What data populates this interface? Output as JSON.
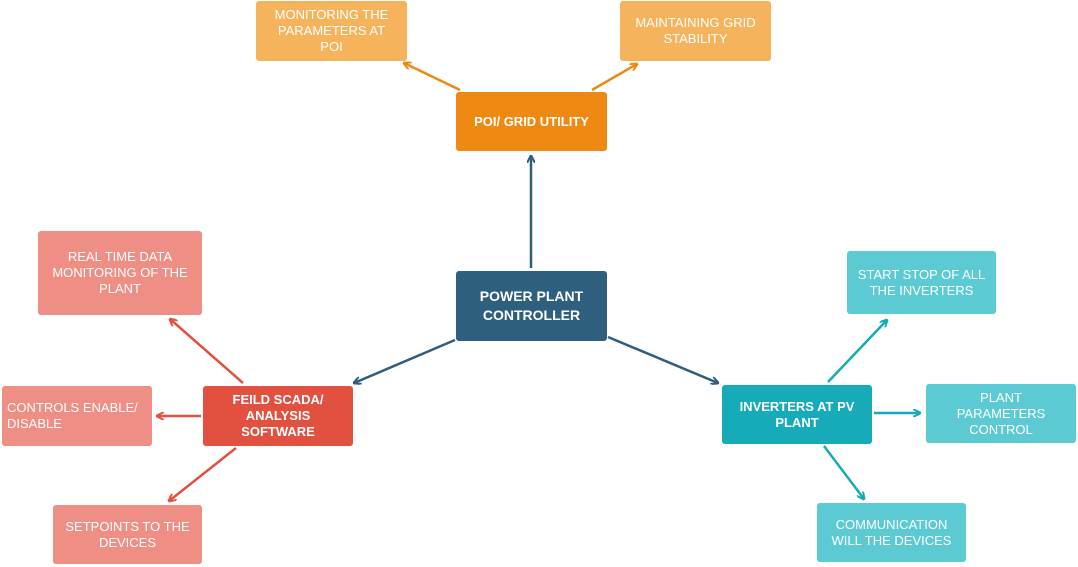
{
  "colors": {
    "center": "#2e5f7f",
    "orange": "#ee8a11",
    "orange_light": "#f5b35c",
    "red": "#e2503f",
    "red_light": "#ef8e84",
    "teal": "#17aab8",
    "teal_light": "#5ccad3"
  },
  "nodes": {
    "center": "POWER PLANT\nCONTROLLER",
    "poi": "POI/ GRID UTILITY",
    "monitoring_poi": "MONITORING THE\nPARAMETERS AT\nPOI",
    "grid_stability": "MAINTAINING GRID\nSTABILITY",
    "scada": "FEILD SCADA/\nANALYSIS\nSOFTWARE",
    "realtime": "REAL TIME DATA\nMONITORING OF THE\nPLANT",
    "controls": "CONTROLS ENABLE/\nDISABLE",
    "setpoints": "SETPOINTS TO THE\nDEVICES",
    "inverters": "INVERTERS AT PV\nPLANT",
    "start_stop": "START STOP OF ALL\nTHE INVERTERS",
    "plant_params": "PLANT\nPARAMETERS\nCONTROL",
    "communication": "COMMUNICATION\nWILL THE DEVICES"
  }
}
